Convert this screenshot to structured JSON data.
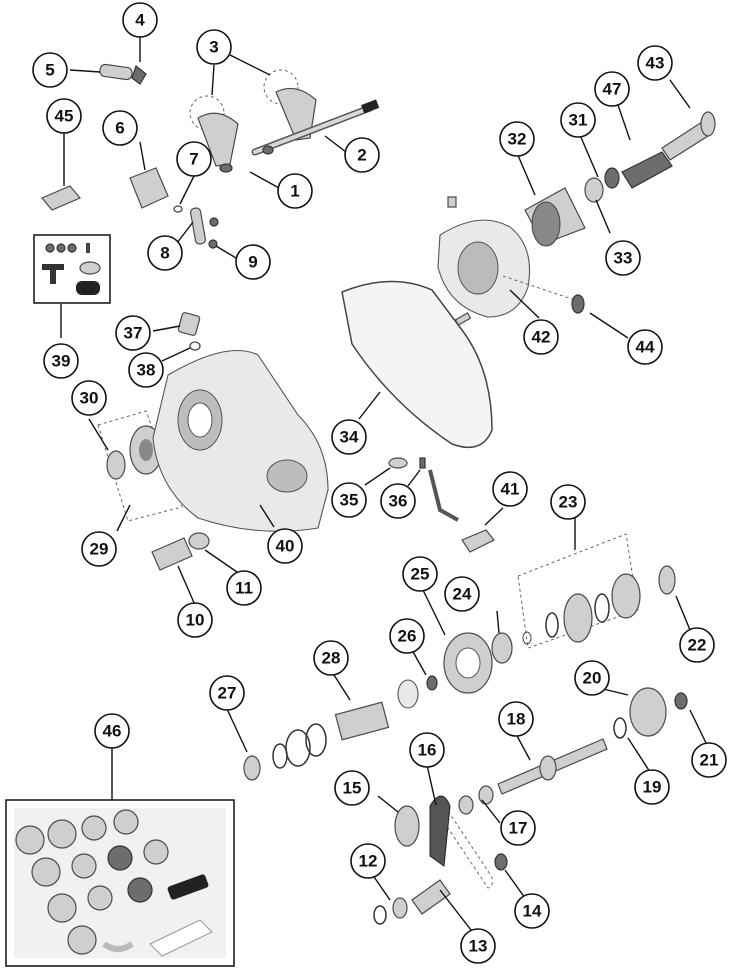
{
  "callouts": [
    {
      "id": "1",
      "label": "1"
    },
    {
      "id": "2",
      "label": "2"
    },
    {
      "id": "3",
      "label": "3"
    },
    {
      "id": "4",
      "label": "4"
    },
    {
      "id": "5",
      "label": "5"
    },
    {
      "id": "6",
      "label": "6"
    },
    {
      "id": "7",
      "label": "7"
    },
    {
      "id": "8",
      "label": "8"
    },
    {
      "id": "9",
      "label": "9"
    },
    {
      "id": "10",
      "label": "10"
    },
    {
      "id": "11",
      "label": "11"
    },
    {
      "id": "12",
      "label": "12"
    },
    {
      "id": "13",
      "label": "13"
    },
    {
      "id": "14",
      "label": "14"
    },
    {
      "id": "15",
      "label": "15"
    },
    {
      "id": "16",
      "label": "16"
    },
    {
      "id": "17",
      "label": "17"
    },
    {
      "id": "18",
      "label": "18"
    },
    {
      "id": "19",
      "label": "19"
    },
    {
      "id": "20",
      "label": "20"
    },
    {
      "id": "21",
      "label": "21"
    },
    {
      "id": "22",
      "label": "22"
    },
    {
      "id": "23",
      "label": "23"
    },
    {
      "id": "24",
      "label": "24"
    },
    {
      "id": "25",
      "label": "25"
    },
    {
      "id": "26",
      "label": "26"
    },
    {
      "id": "27",
      "label": "27"
    },
    {
      "id": "28",
      "label": "28"
    },
    {
      "id": "29",
      "label": "29"
    },
    {
      "id": "30",
      "label": "30"
    },
    {
      "id": "31",
      "label": "31"
    },
    {
      "id": "32",
      "label": "32"
    },
    {
      "id": "33",
      "label": "33"
    },
    {
      "id": "34",
      "label": "34"
    },
    {
      "id": "35",
      "label": "35"
    },
    {
      "id": "36",
      "label": "36"
    },
    {
      "id": "37",
      "label": "37"
    },
    {
      "id": "38",
      "label": "38"
    },
    {
      "id": "39",
      "label": "39"
    },
    {
      "id": "40",
      "label": "40"
    },
    {
      "id": "41",
      "label": "41"
    },
    {
      "id": "42",
      "label": "42"
    },
    {
      "id": "43",
      "label": "43"
    },
    {
      "id": "44",
      "label": "44"
    },
    {
      "id": "45",
      "label": "45"
    },
    {
      "id": "46",
      "label": "46"
    },
    {
      "id": "47",
      "label": "47"
    }
  ]
}
